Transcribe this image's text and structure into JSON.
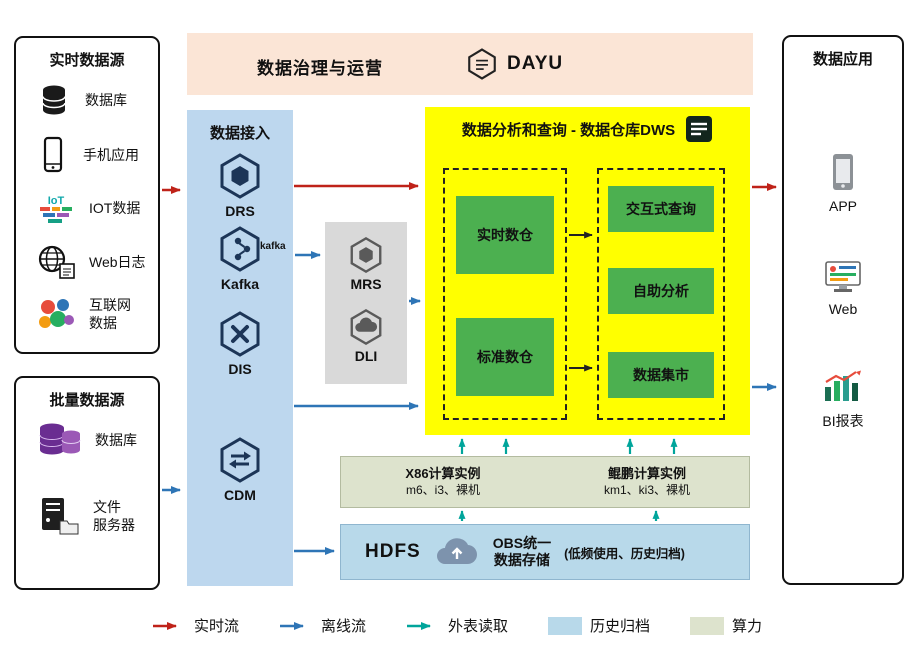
{
  "realtime_sources": {
    "title": "实时数据源",
    "items": [
      {
        "icon": "database-icon",
        "label": "数据库"
      },
      {
        "icon": "mobile-phone-icon",
        "label": "手机应用"
      },
      {
        "icon": "iot-icon",
        "label": "IOT数据"
      },
      {
        "icon": "web-log-icon",
        "label": "Web日志"
      },
      {
        "icon": "internet-data-icon",
        "label": "互联网\n数据"
      }
    ]
  },
  "batch_sources": {
    "title": "批量数据源",
    "items": [
      {
        "icon": "database-purple-icon",
        "label": "数据库"
      },
      {
        "icon": "file-server-icon",
        "label": "文件\n服务器"
      }
    ]
  },
  "governance_bar": {
    "title": "数据治理与运营",
    "logo_text": "DAYU"
  },
  "ingestion": {
    "title": "数据接入",
    "items": [
      {
        "icon": "drs-hexagon-icon",
        "label": "DRS"
      },
      {
        "icon": "kafka-hexagon-icon",
        "label": "Kafka",
        "logo_text": "kafka"
      },
      {
        "icon": "dis-hexagon-icon",
        "label": "DIS"
      },
      {
        "icon": "cdm-hexagon-icon",
        "label": "CDM"
      }
    ]
  },
  "processing": {
    "items": [
      {
        "icon": "mrs-hexagon-icon",
        "label": "MRS"
      },
      {
        "icon": "dli-hexagon-icon",
        "label": "DLI"
      }
    ]
  },
  "dws": {
    "title": "数据分析和查询 - 数据仓库DWS",
    "warehouse_items": [
      "实时数仓",
      "标准数仓"
    ],
    "analysis_items": [
      "交互式查询",
      "自助分析",
      "数据集市"
    ]
  },
  "compute": {
    "x86": {
      "title": "X86计算实例",
      "spec": "m6、i3、裸机"
    },
    "kunpeng": {
      "title": "鲲鹏计算实例",
      "spec": "km1、ki3、裸机"
    }
  },
  "storage": {
    "hdfs_label": "HDFS",
    "obs_line1": "OBS统一",
    "obs_line2": "数据存储",
    "note": "(低频使用、历史归档)"
  },
  "applications": {
    "title": "数据应用",
    "items": [
      {
        "icon": "app-phone-icon",
        "label": "APP"
      },
      {
        "icon": "web-monitor-icon",
        "label": "Web"
      },
      {
        "icon": "bi-report-icon",
        "label": "BI报表"
      }
    ]
  },
  "legend": {
    "items": [
      {
        "type": "arrow",
        "color": "#bf2219",
        "label": "实时流"
      },
      {
        "type": "arrow",
        "color": "#2e75b6",
        "label": "离线流"
      },
      {
        "type": "arrow",
        "color": "#00a59b",
        "label": "外表读取"
      },
      {
        "type": "swatch",
        "color": "#b8d9ea",
        "label": "历史归档"
      },
      {
        "type": "swatch",
        "color": "#dde3cd",
        "label": "算力"
      }
    ]
  },
  "colors": {
    "governance_bg": "#fbe5d6",
    "ingestion_bg": "#bdd7ee",
    "processing_bg": "#d9d9d9",
    "dws_bg": "#ffff00",
    "module_green": "#4cb050",
    "compute_bg": "#dde3cd",
    "storage_bg": "#b8d9ea"
  }
}
